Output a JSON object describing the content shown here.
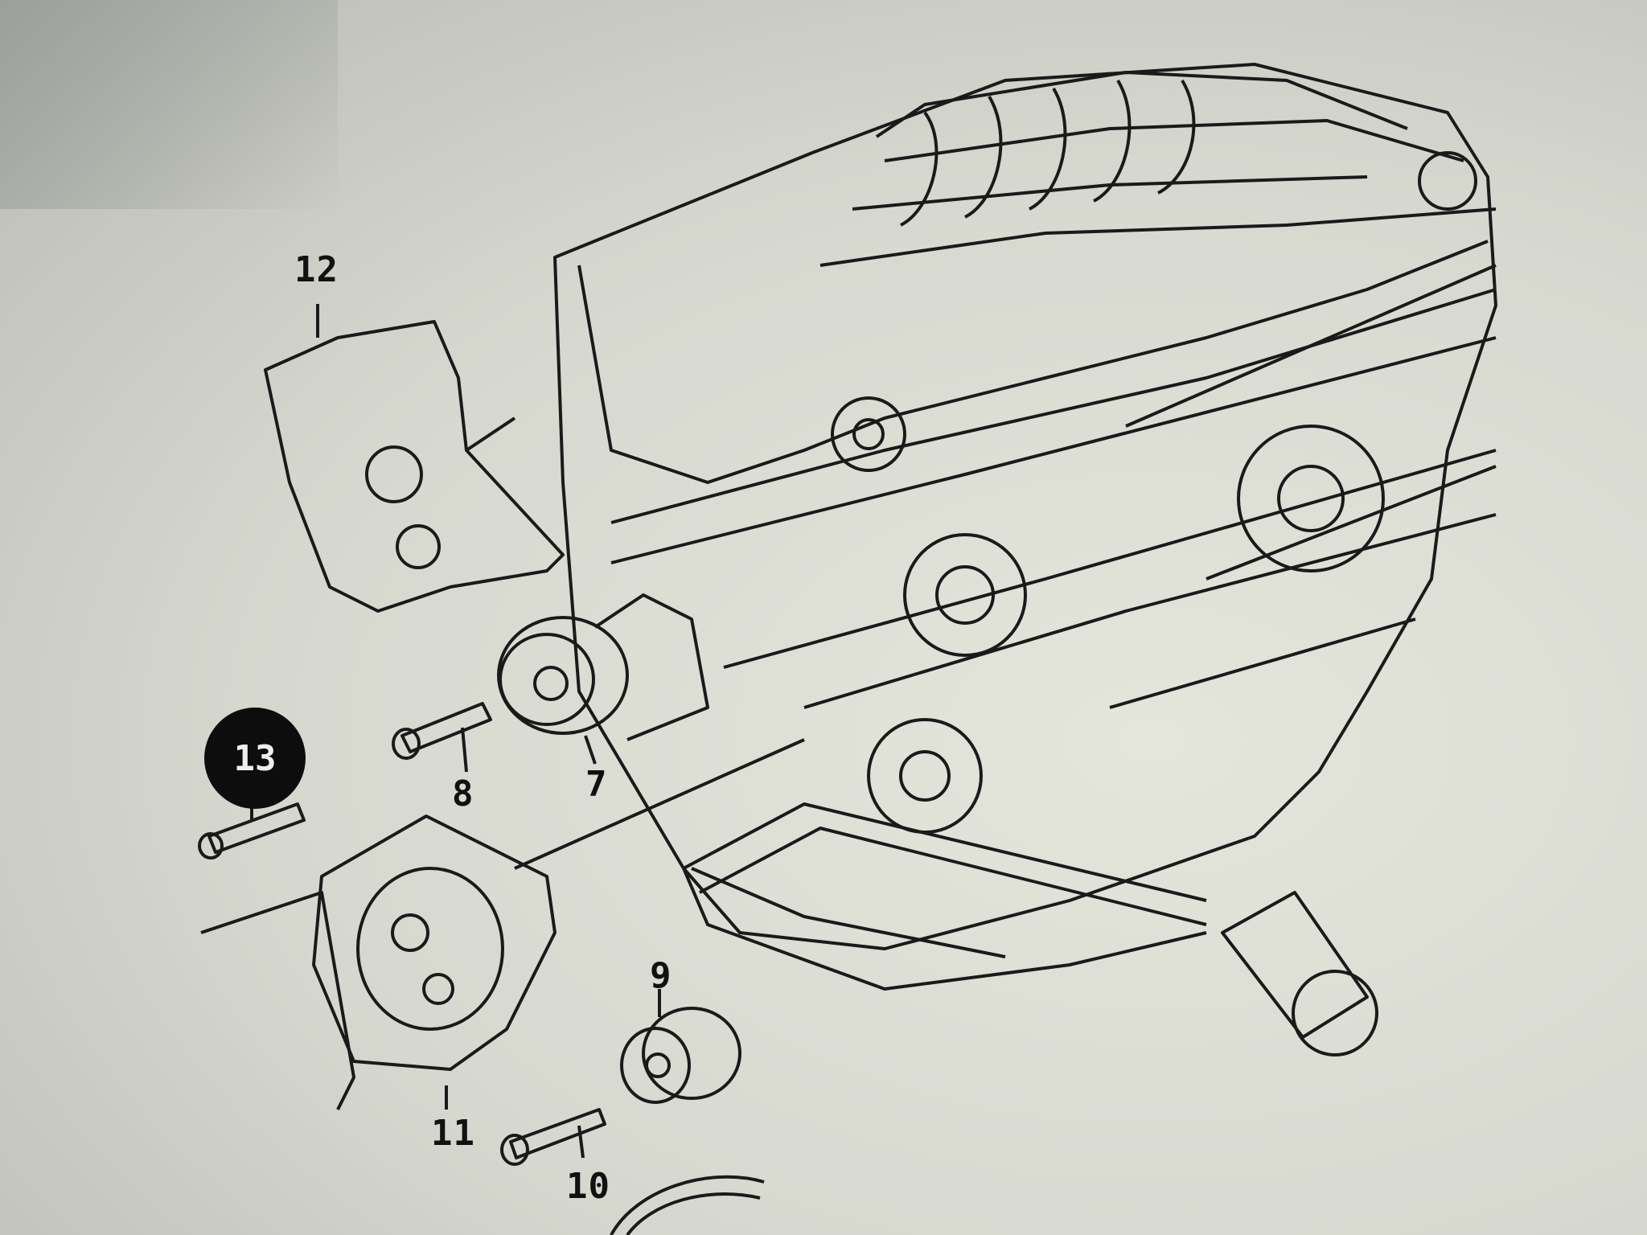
{
  "diagram": {
    "callouts": [
      {
        "id": "12",
        "label": "12"
      },
      {
        "id": "13",
        "label": "13",
        "highlighted": true
      },
      {
        "id": "8",
        "label": "8"
      },
      {
        "id": "7",
        "label": "7"
      },
      {
        "id": "11",
        "label": "11"
      },
      {
        "id": "9",
        "label": "9"
      },
      {
        "id": "10",
        "label": "10"
      }
    ]
  }
}
